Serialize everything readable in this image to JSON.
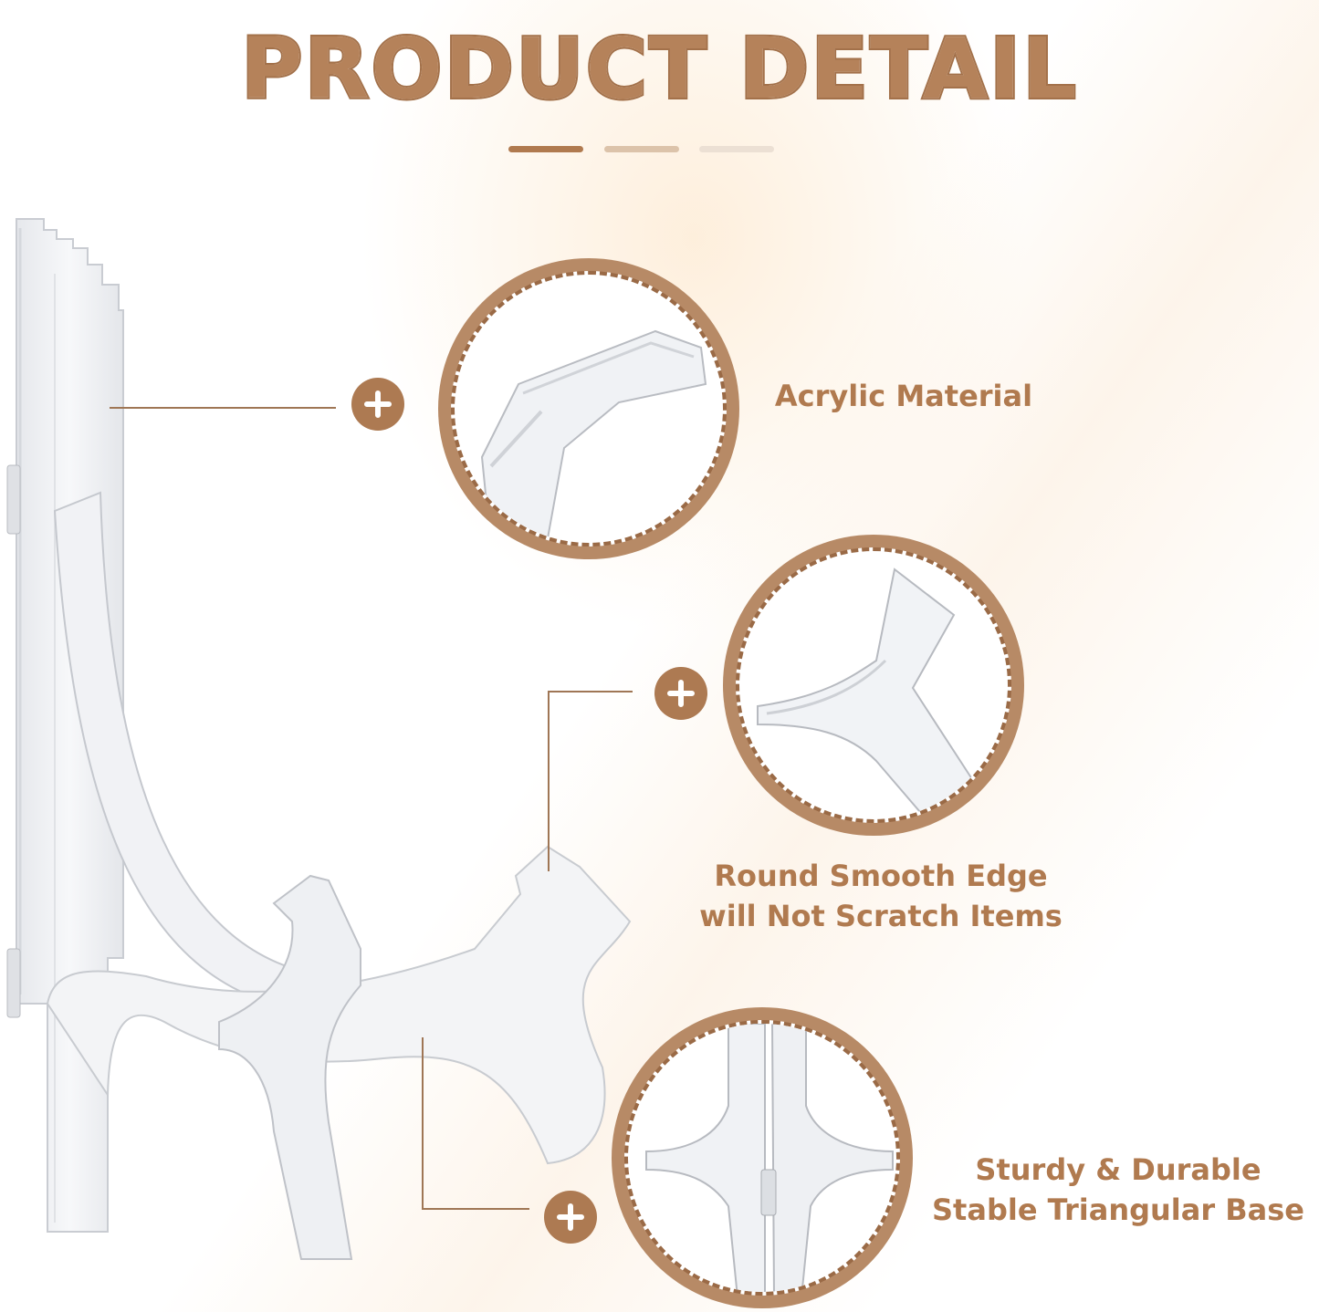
{
  "title": "PRODUCT DETAIL",
  "features": [
    {
      "label": "Acrylic Material"
    },
    {
      "label_line1": "Round Smooth Edge",
      "label_line2": "will Not Scratch Items"
    },
    {
      "label_line1": "Sturdy & Durable",
      "label_line2": "Stable Triangular Base"
    }
  ],
  "colors": {
    "accent": "#b07a4f",
    "ring": "#b78a66",
    "plus_badge": "#ad7a52"
  },
  "icons": [
    "plus-icon",
    "plus-icon",
    "plus-icon"
  ]
}
